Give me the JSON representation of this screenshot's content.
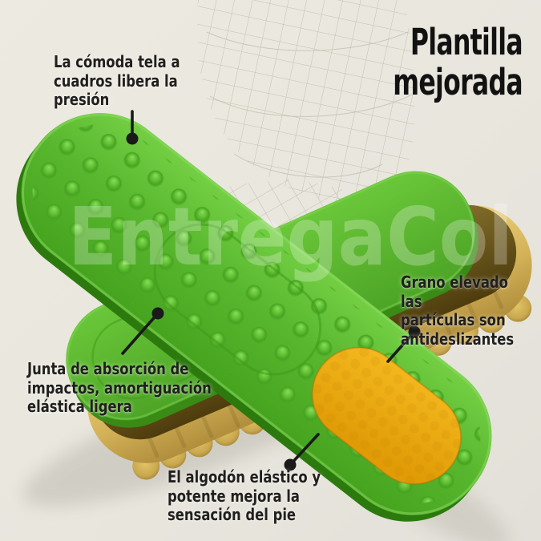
{
  "title": "Plantilla\nmejorada",
  "watermark": "EntregaCol",
  "callouts": {
    "checkered_fabric": "La cómoda tela a\ncuadros libera la\npresión",
    "raised_grain": "Grano elevado las\npartículas son\nantideslizantes",
    "shock_absorption": "Junta de absorción de\nimpactos, amortiguación\nelástica ligera",
    "elastic_cotton": "El algodón elástico y\npotente mejora la\nsensación del pie"
  },
  "colors": {
    "background": "#e9e7de",
    "insole_green": "#58b72e",
    "insole_green_dark_edge": "#2c7a0e",
    "heel_pad_orange": "#eba70f",
    "outsole_tan": "#c9a84e",
    "outsole_top_olive": "#6f5b1d",
    "wireframe_gray": "#a9a693",
    "text_dark": "#21201e",
    "callout_marker_black": "#1a1a1a"
  },
  "icons": {
    "callout_dot": "filled-circle-leader-dot",
    "callout_line": "leader-line"
  }
}
